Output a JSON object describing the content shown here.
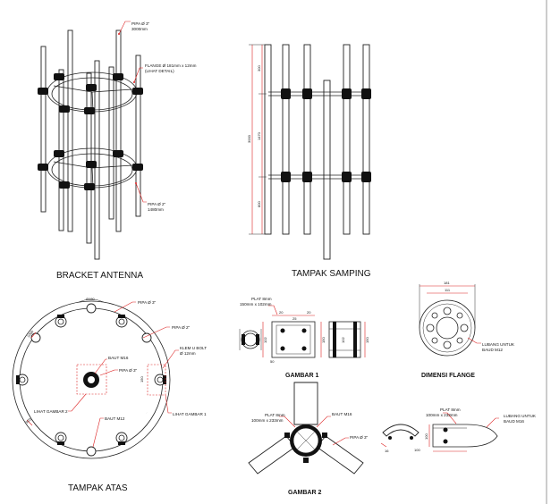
{
  "titles": {
    "bracket_antenna": "BRACKET ANTENNA",
    "tampak_samping": "TAMPAK SAMPING",
    "tampak_atas": "TAMPAK ATAS",
    "gambar_1": "GAMBAR 1",
    "dimensi_flange": "DIMENSI FLANGE",
    "gambar_2": "GAMBAR 2"
  },
  "bracket_notes": {
    "pipa_top": "PIPA Ø 3\"",
    "pipa_top_len": "3000mm",
    "flange_1": "FLANGE Ø 181mm x 12mm",
    "flange_2": "(LIHAT DETAIL)",
    "pipa_bottom": "PIPA Ø 2\"",
    "pipa_bottom_len": "1480mm"
  },
  "side_dims": {
    "total": "3000",
    "upper": "300",
    "middle": "1470",
    "lower": "800"
  },
  "top_view": {
    "diameter": "Ø480",
    "pipa_3a": "PIPA Ø 3\"",
    "pipa_2": "PIPA Ø 2\"",
    "klem_1": "KLEM U BOLT",
    "klem_2": "Ø 12mm",
    "baut_m16": "BAUT M16",
    "pipa_3b": "PIPA Ø 3\"",
    "lihat_g1": "LIHAT GAMBAR 1",
    "lihat_g2": "LIHAT GAMBAR 2",
    "baut_m12": "BAUT M12",
    "dim_150": "150",
    "dim_1000": "1000",
    "dim_920": "920"
  },
  "gambar1": {
    "plat_1": "PLAT 8mm",
    "plat_2": "150mm x 102mm",
    "d20a": "20",
    "d20b": "20",
    "d25": "25",
    "d150a": "150",
    "d150b": "150",
    "d102a": "102",
    "d102b": "102",
    "d50": "50"
  },
  "flange": {
    "outer": "181",
    "inner": "111",
    "lubang_1": "LUBANG UNTUK",
    "lubang_2": "BAUD M12"
  },
  "gambar2": {
    "plat_1": "PLAT 8mm",
    "plat_2": "100mm x 233mm",
    "baut": "BAUT M16",
    "pipa": "PIPA Ø 3\""
  },
  "gambar2_side": {
    "plat_1": "PLAT 8mm",
    "plat_2": "100mm x 233mm",
    "lubang_1": "LUBANG UNTUK",
    "lubang_2": "BAUD M16",
    "d100": "100",
    "d16": "16",
    "d100b": "100"
  }
}
